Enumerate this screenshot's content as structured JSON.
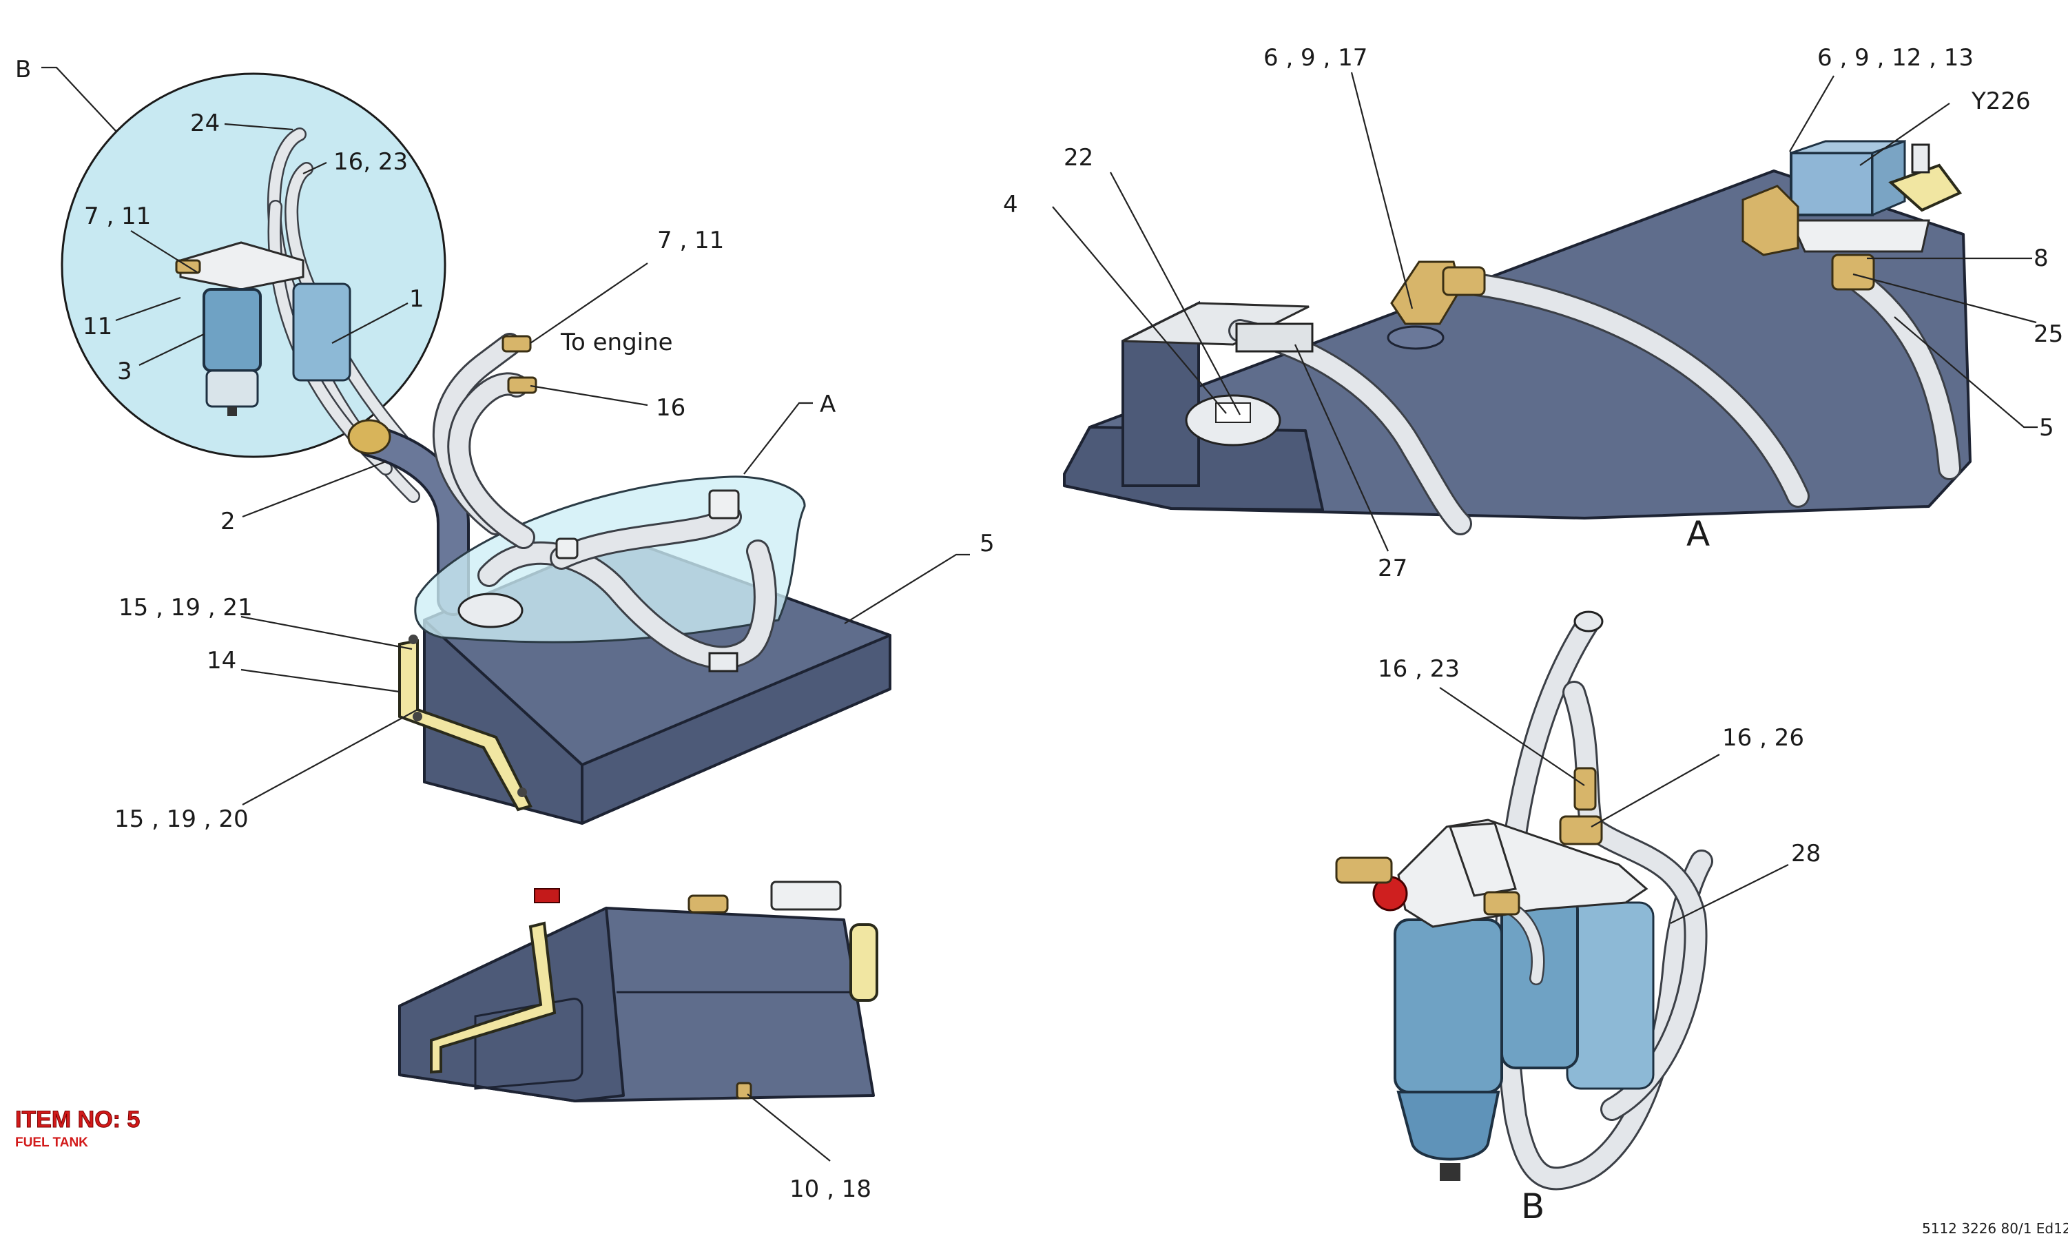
{
  "labels": {
    "B_top": "B",
    "l24": "24",
    "l16_23_top": "16, 23",
    "l7_11_bubble": "7 , 11",
    "l11": "11",
    "l3": "3",
    "l1": "1",
    "l7_11": "7 , 11",
    "to_engine": "To engine",
    "l16": "16",
    "lA_top": "A",
    "l2": "2",
    "l5_main": "5",
    "l15_19_21": "15 , 19 , 21",
    "l14": "14",
    "l15_19_20": "15 , 19 , 20",
    "l10_18": "10 , 18",
    "l6_9_17": "6 , 9 , 17",
    "l6_9_12_13": "6 , 9 , 12 , 13",
    "lY226": "Y226",
    "l22": "22",
    "l4": "4",
    "l8": "8",
    "l25": "25",
    "l5_detail": "5",
    "l27": "27",
    "A_caption": "A",
    "l16_23_b": "16 , 23",
    "l16_26": "16 , 26",
    "l28": "28",
    "B_caption": "B"
  },
  "item": {
    "number": "ITEM NO: 5",
    "description": "FUEL TANK"
  },
  "reference": "5112 3226 80/1 Ed12",
  "colors": {
    "tank": "#5f6d8c",
    "filter": "#6fa2c4",
    "brass": "#d7b56a",
    "bracket": "#f1e6a2",
    "bubble": "#c8e9f2",
    "item_red": "#d21a1a"
  }
}
